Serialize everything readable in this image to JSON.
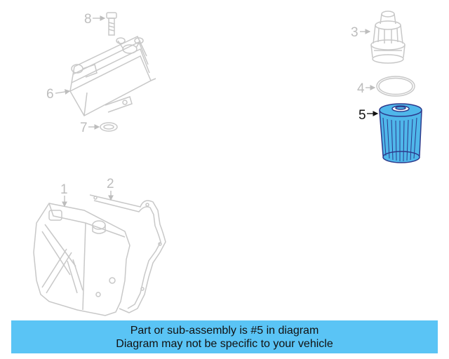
{
  "callouts": {
    "c1": "1",
    "c2": "2",
    "c3": "3",
    "c4": "4",
    "c5": "5",
    "c6": "6",
    "c7": "7",
    "c8": "8"
  },
  "highlighted_part": "5",
  "colors": {
    "inactive_line": "#c8c8c8",
    "highlight_fill": "#4fb7ea",
    "highlight_stroke": "#2d3a8c",
    "banner_bg": "#5ac4f5"
  },
  "banner": {
    "line1": "Part or sub-assembly is #5 in diagram",
    "line2": "Diagram may not be specific to your vehicle"
  }
}
